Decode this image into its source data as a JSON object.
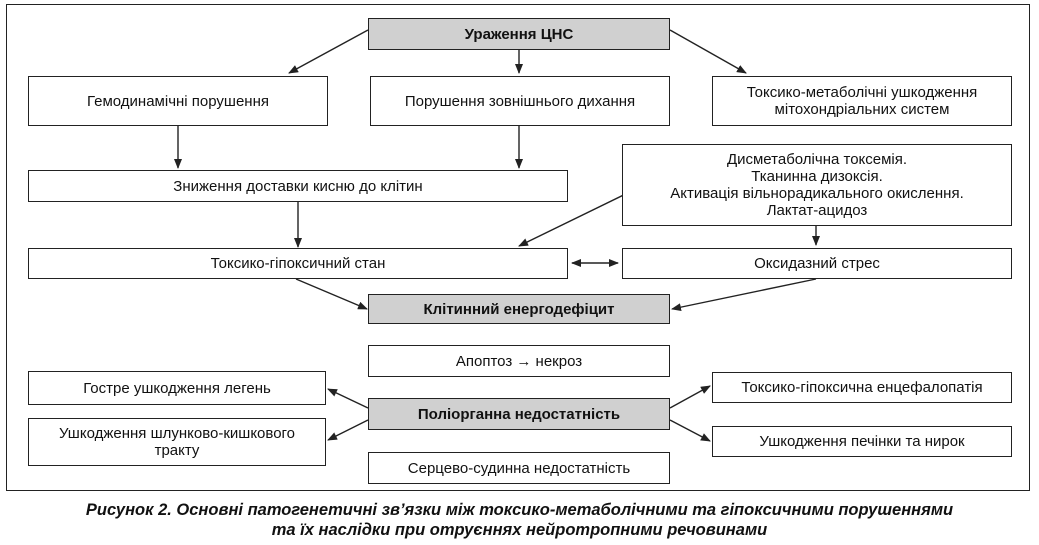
{
  "nodes": {
    "cns": "Ураження ЦНС",
    "hemo": "Гемодинамічні порушення",
    "resp": "Порушення зовнішнього дихання",
    "mito": [
      "Токсико-метаболічні ушкодження",
      "мітохондріальних систем"
    ],
    "o2": "Зниження доставки кисню до клітин",
    "dysm": [
      "Дисметаболічна токсемія.",
      "Тканинна дизоксія.",
      "Активація вільнорадикального окислення.",
      "Лактат-ацидоз"
    ],
    "toxhyp": "Токсико-гіпоксичний стан",
    "oxstress": "Оксидазний стрес",
    "energy": "Клітинний енергодефіцит",
    "apop": "Апоптоз → некроз",
    "lung": "Гостре ушкодження легень",
    "gi": [
      "Ушкодження шлунково-кишкового",
      "тракту"
    ],
    "pon": "Поліорганна недостатність",
    "encep": "Токсико-гіпоксична енцефалопатія",
    "liver": "Ушкодження печінки та нирок",
    "cardio": "Серцево-судинна недостатність"
  },
  "caption": {
    "line1": "Рисунок 2.  Основні патогенетичні зв’язки між токсико-метаболічними та гіпоксичними порушеннями",
    "line2": "та їх наслідки при отруєннях нейротропними речовинами"
  }
}
